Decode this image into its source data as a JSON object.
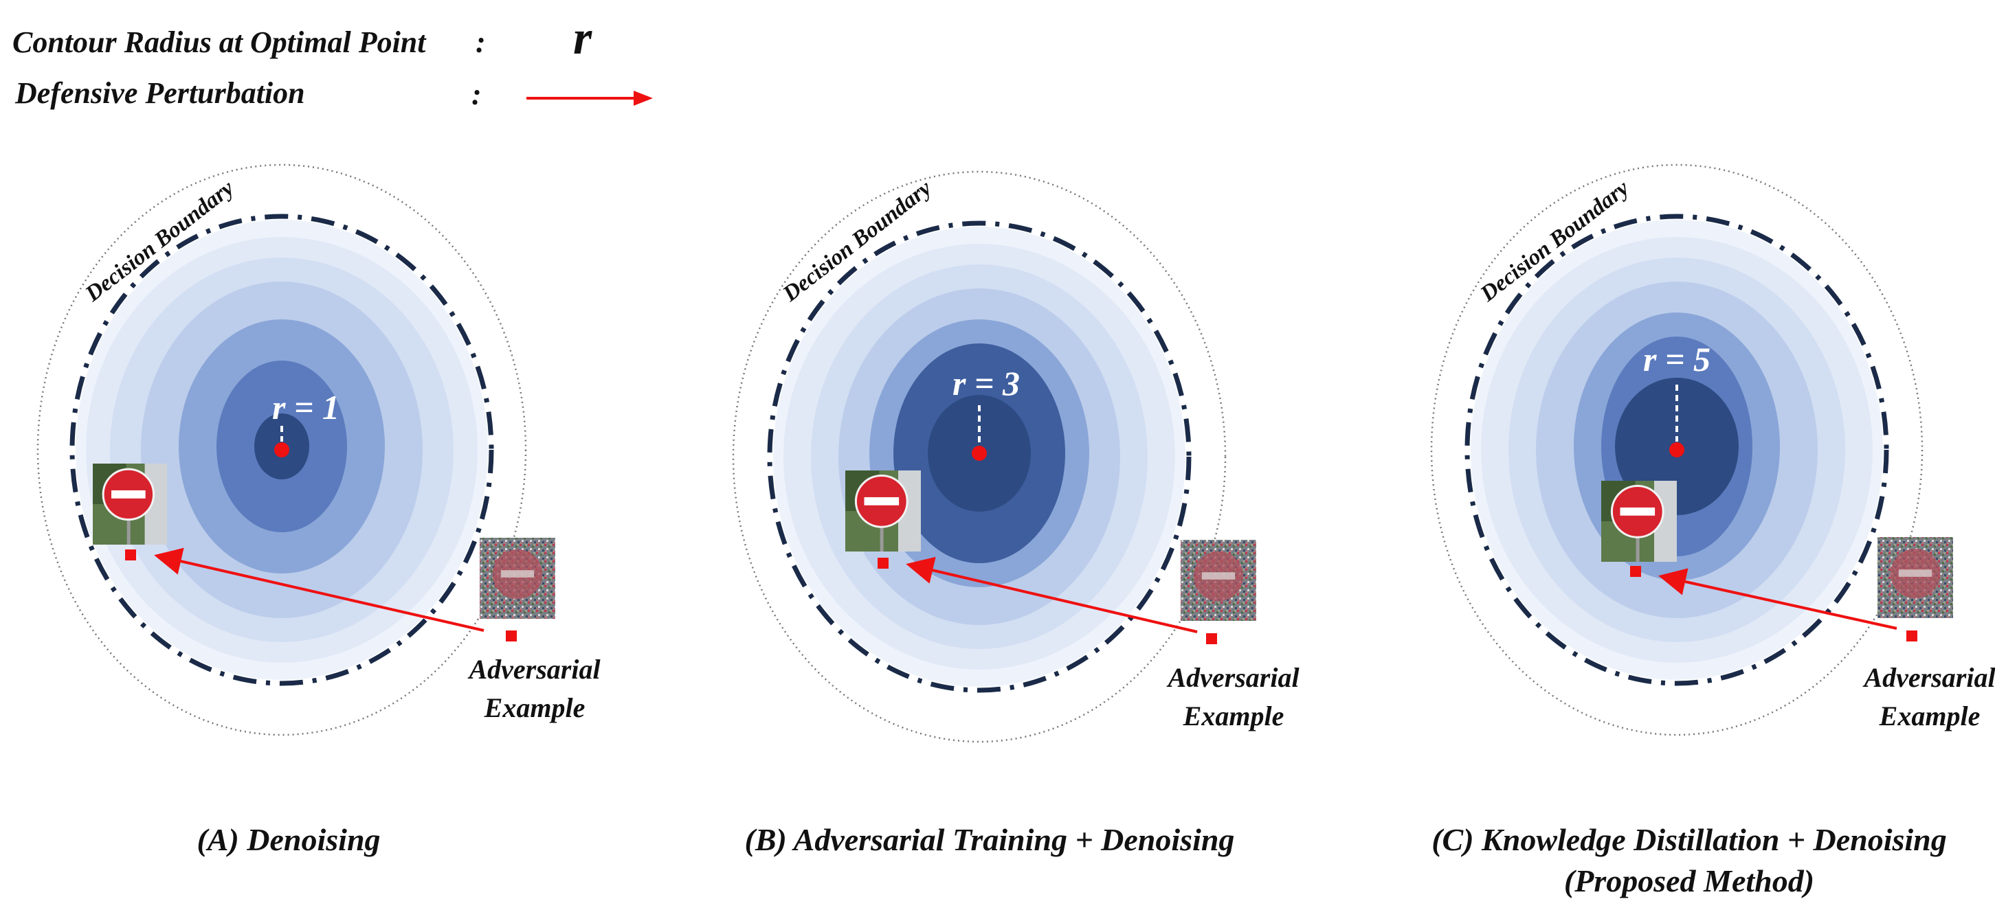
{
  "legend": {
    "radius_label": "Contour Radius at Optimal Point",
    "radius_colon": ":",
    "radius_symbol": "r",
    "perturbation_label": "Defensive Perturbation",
    "perturbation_colon": ":"
  },
  "colors": {
    "perturbation_arrow": "#ee1111",
    "boundary_dashdot": "#1a2a48",
    "outer_dotted": "#777777",
    "optimal_point": "#ee1111",
    "contour_rings": [
      "#eef3fb",
      "#e1e9f7",
      "#d2def2",
      "#bccdeb",
      "#a4bbe2",
      "#8aa6d8",
      "#5b7bbe",
      "#3e5e9e",
      "#2d4a82"
    ]
  },
  "panels": [
    {
      "boundary_label": "Decision Boundary",
      "radius_label": "r = 1",
      "adversarial_label_line1": "Adversarial",
      "adversarial_label_line2": "Example",
      "caption_line1": "(A) Denoising",
      "caption_line2": ""
    },
    {
      "boundary_label": "Decision Boundary",
      "radius_label": "r = 3",
      "adversarial_label_line1": "Adversarial",
      "adversarial_label_line2": "Example",
      "caption_line1": "(B) Adversarial Training + Denoising",
      "caption_line2": ""
    },
    {
      "boundary_label": "Decision Boundary",
      "radius_label": "r = 5",
      "adversarial_label_line1": "Adversarial",
      "adversarial_label_line2": "Example",
      "caption_line1": "(C) Knowledge Distillation + Denoising",
      "caption_line2": "(Proposed Method)"
    }
  ],
  "icons": {
    "clean_image": "no-entry-sign-photo-icon",
    "adversarial_image": "noisy-sign-photo-icon"
  }
}
